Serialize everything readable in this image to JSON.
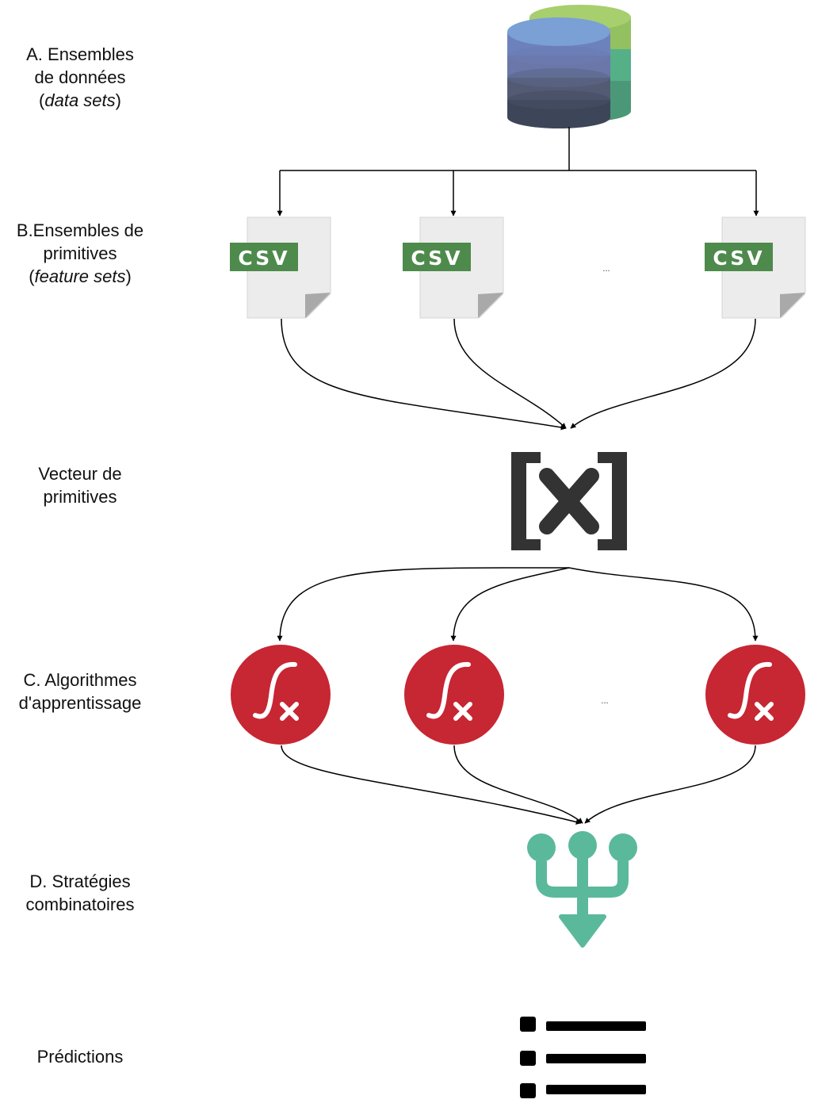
{
  "stages": [
    {
      "id": "A",
      "line1": "A. Ensembles",
      "line2": "de données",
      "line3_open": "(",
      "line3_em": "data sets",
      "line3_close": ")"
    },
    {
      "id": "B",
      "line1": "B.Ensembles de",
      "line2": "primitives",
      "line3_open": "(",
      "line3_em": "feature sets",
      "line3_close": ")"
    },
    {
      "id": "V",
      "line1": "Vecteur de",
      "line2": "primitives"
    },
    {
      "id": "C",
      "line1": "C. Algorithmes",
      "line2": "d'apprentissage"
    },
    {
      "id": "D",
      "line1": "D. Stratégies",
      "line2": "combinatoires"
    },
    {
      "id": "P",
      "line1": "Prédictions"
    }
  ],
  "csv_label": "CSV",
  "ellipsis": "...",
  "colors": {
    "csv_badge": "#4e8a4c",
    "doc_face": "#ececec",
    "algo_circle": "#c72633",
    "strategy": "#5bb99b",
    "vector": "#333333",
    "db_front_top": "#7aa0d6",
    "db_back_top": "#93c060"
  },
  "icons": [
    "database-icon",
    "csv-file-icon",
    "feature-vector-icon",
    "function-icon",
    "merge-icon",
    "list-icon"
  ]
}
